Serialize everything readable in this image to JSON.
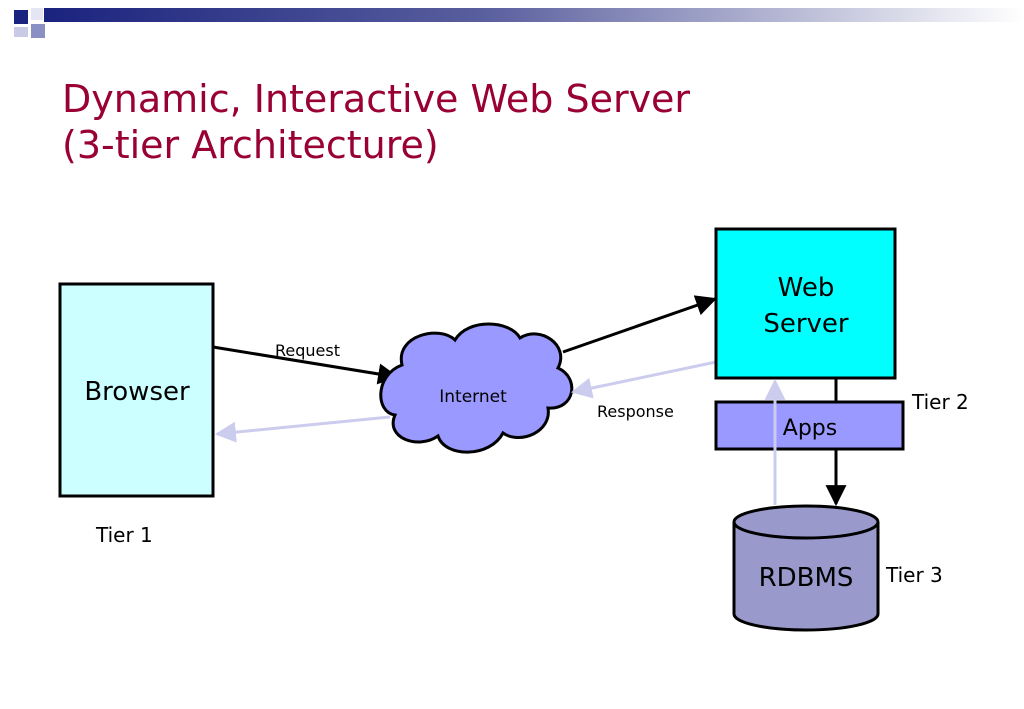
{
  "slide": {
    "title_line1": "Dynamic, Interactive Web Server",
    "title_line2": "(3-tier Architecture)"
  },
  "colors": {
    "title": "#990033",
    "browser_fill": "#ccffff",
    "webserver_fill": "#00ffff",
    "apps_fill": "#9999ff",
    "internet_fill": "#9999ff",
    "rdbms_fill": "#9999cc",
    "response_arrow": "#ccccee",
    "header_bar_start": "#1a237e",
    "header_bar_end": "#ffffff"
  },
  "diagram": {
    "browser": "Browser",
    "tier1": "Tier 1",
    "request": "Request",
    "internet": "Internet",
    "response": "Response",
    "web_line1": "Web",
    "web_line2": "Server",
    "tier2": "Tier 2",
    "apps": "Apps",
    "rdbms": "RDBMS",
    "tier3": "Tier 3"
  }
}
